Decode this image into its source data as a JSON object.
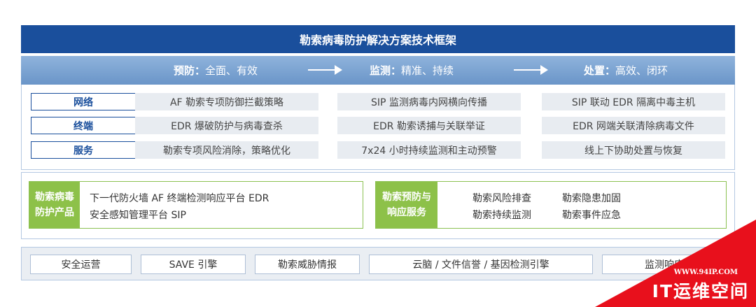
{
  "title": "勒索病毒防护解决方案技术框架",
  "principles": [
    {
      "label": "预防",
      "sep": "：",
      "text": "全面、有效"
    },
    {
      "label": "监测",
      "sep": "：",
      "text": "精准、持续"
    },
    {
      "label": "处置",
      "sep": "：",
      "text": "高效、闭环"
    }
  ],
  "matrix": [
    {
      "label": "网络",
      "cells": [
        "AF 勒索专项防御拦截策略",
        "SIP 监测病毒内网横向传播",
        "SIP 联动 EDR 隔离中毒主机"
      ]
    },
    {
      "label": "终端",
      "cells": [
        "EDR 爆破防护与病毒查杀",
        "EDR 勒索诱捕与关联举证",
        "EDR 网端关联清除病毒文件"
      ]
    },
    {
      "label": "服务",
      "cells": [
        "勒索专项风险消除，策略优化",
        "7x24 小时持续监测和主动预警",
        "线上下协助处置与恢复"
      ]
    }
  ],
  "products": {
    "label_line1": "勒索病毒",
    "label_line2": "防护产品",
    "line1": "下一代防火墙 AF   终端检测响应平台 EDR",
    "line2": "安全感知管理平台 SIP"
  },
  "services": {
    "label_line1": "勒索预防与",
    "label_line2": "响应服务",
    "items": [
      "勒索风险排查",
      "勒索隐患加固",
      "勒索持续监测",
      "勒索事件应急"
    ]
  },
  "engines": [
    "安全运营",
    "SAVE 引擎",
    "勒索威胁情报",
    "云脑 / 文件信誉 / 基因检测引擎",
    "监测响应"
  ],
  "watermark": {
    "url": "WWW.94IP.COM",
    "name": "IT运维空间"
  },
  "colors": {
    "primary": "#1a4f9c",
    "principle_bar": "#7aa2d0",
    "green": "#8dc149",
    "cell_bg": "#e8ecf1",
    "watermark": "#e8101c"
  }
}
